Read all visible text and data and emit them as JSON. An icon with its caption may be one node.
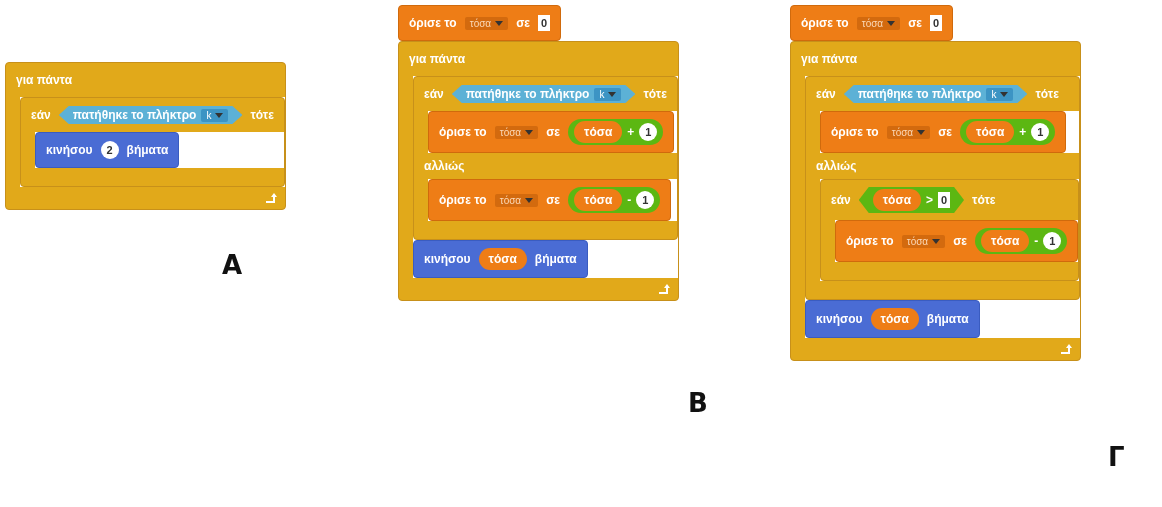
{
  "diagram": {
    "nodes": [
      {
        "text": [
          "για πάντα"
        ]
      },
      {
        "text": [
          "εάν",
          "τότε"
        ],
        "in": 0
      },
      {
        "text": [
          "πατήθηκε το πλήκτρο"
        ],
        "in": 1
      },
      {
        "text": [
          "k"
        ],
        "in": 2
      },
      {
        "text": [
          "κινήσου",
          "βήματα"
        ],
        "in": 1
      },
      {
        "text": [
          "2"
        ],
        "in": 4
      },
      {
        "text": [
          "όρισε το",
          "σε"
        ]
      },
      {
        "text": [
          "τόσα"
        ],
        "in": 6
      },
      {
        "text": [
          "0"
        ],
        "in": 6
      },
      {
        "text": [
          "για πάντα"
        ]
      },
      {
        "text": [
          "εάν",
          "τότε",
          "αλλιώς"
        ],
        "in": 9
      },
      {
        "text": [
          "πατήθηκε το πλήκτρο"
        ],
        "in": 10
      },
      {
        "text": [
          "k"
        ],
        "in": 11
      },
      {
        "text": [
          "όρισε το",
          "σε"
        ],
        "in": 10
      },
      {
        "text": [
          "τόσα"
        ],
        "in": 13
      },
      {
        "text": [
          "+"
        ],
        "in": 13
      },
      {
        "text": [
          "τόσα"
        ],
        "in": 15
      },
      {
        "text": [
          "1"
        ],
        "in": 15
      },
      {
        "text": [
          "όρισε το",
          "σε"
        ],
        "in": 10
      },
      {
        "text": [
          "τόσα"
        ],
        "in": 18
      },
      {
        "text": [
          "-"
        ],
        "in": 18
      },
      {
        "text": [
          "τόσα"
        ],
        "in": 20
      },
      {
        "text": [
          "1"
        ],
        "in": 20
      },
      {
        "text": [
          "κινήσου",
          "βήματα"
        ],
        "in": 9
      },
      {
        "text": [
          "τόσα"
        ],
        "in": 23
      },
      {
        "text": [
          "όρισε το",
          "σε"
        ]
      },
      {
        "text": [
          "τόσα"
        ],
        "in": 25
      },
      {
        "text": [
          "0"
        ],
        "in": 25
      },
      {
        "text": [
          "για πάντα"
        ]
      },
      {
        "text": [
          "εάν",
          "τότε",
          "αλλιώς"
        ],
        "in": 28
      },
      {
        "text": [
          "πατήθηκε το πλήκτρο"
        ],
        "in": 29
      },
      {
        "text": [
          "k"
        ],
        "in": 30
      },
      {
        "text": [
          "όρισε το",
          "σε"
        ],
        "in": 29
      },
      {
        "text": [
          "τόσα"
        ],
        "in": 32
      },
      {
        "text": [
          "+"
        ],
        "in": 32
      },
      {
        "text": [
          "τόσα"
        ],
        "in": 34
      },
      {
        "text": [
          "1"
        ],
        "in": 34
      },
      {
        "text": [
          "εάν",
          "τότε"
        ],
        "in": 29
      },
      {
        "text": [
          ">"
        ],
        "in": 37
      },
      {
        "text": [
          "τόσα"
        ],
        "in": 38
      },
      {
        "text": [
          "0"
        ],
        "in": 38
      },
      {
        "text": [
          "όρισε το",
          "σε"
        ],
        "in": 37
      },
      {
        "text": [
          "τόσα"
        ],
        "in": 41
      },
      {
        "text": [
          "-"
        ],
        "in": 41
      },
      {
        "text": [
          "τόσα"
        ],
        "in": 43
      },
      {
        "text": [
          "1"
        ],
        "in": 43
      },
      {
        "text": [
          "κινήσου",
          "βήματα"
        ],
        "in": 28
      },
      {
        "text": [
          "τόσα"
        ],
        "in": 46
      }
    ],
    "labels": [
      "A",
      "B",
      "Γ"
    ]
  }
}
